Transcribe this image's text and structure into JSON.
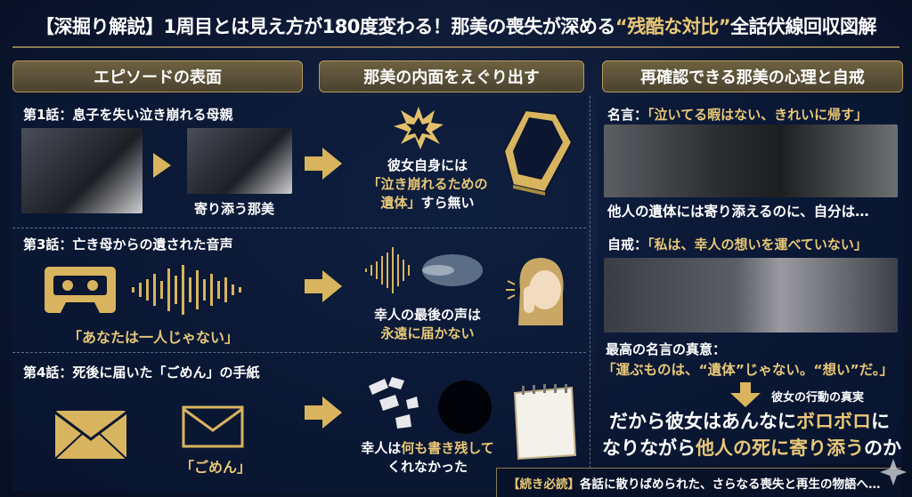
{
  "title": {
    "prefix": "【深掘り解説】1周目とは見え方が180度変わる！那美の喪失が深める",
    "highlight": "“残酷な対比”",
    "suffix": "全話伏線回収図解"
  },
  "headers": [
    "エピソードの表面",
    "那美の内面をえぐり出す",
    "再確認できる那美の心理と自戒"
  ],
  "episodes": [
    {
      "label": "第1話：息子を失い泣き崩れる母親",
      "caption": "寄り添う那美",
      "inner_line1": "彼女自身には",
      "inner_gold": "「泣き崩れるための",
      "inner_line3_gold": "遺体」",
      "inner_line3": "すら無い"
    },
    {
      "label": "第3話：亡き母からの遺された音声",
      "caption": "「あなたは一人じゃない」",
      "inner_line1": "幸人の最後の声は",
      "inner_gold": "永遠に届かない"
    },
    {
      "label": "第4話：死後に届いた「ごめん」の手紙",
      "caption": "「ごめん」",
      "inner_line1a": "幸人は",
      "inner_gold": "何も書き残して",
      "inner_line2": "くれなかった"
    }
  ],
  "right": {
    "quote1_prefix": "名言：",
    "quote1": "「泣いてる暇はない、きれいに帰す」",
    "quote1_caption": "他人の遺体には寄り添えるのに、自分は…",
    "quote2_prefix": "自戒：",
    "quote2": "「私は、幸人の想いを運べていない」",
    "best_label": "最高の名言の真意：",
    "best_quote": "「運ぶものは、“遺体”じゃない。“想い”だ。」",
    "arrow_label": "彼女の行動の真実",
    "conclusion": {
      "a": "だから彼女はあんなに",
      "b": "ボロボロ",
      "c": "に",
      "d": "なりながら",
      "e": "他人の死に寄り添う",
      "f": "のか"
    }
  },
  "footer": {
    "tag": "【続き必読】",
    "text": "各話に散りばめられた、さらなる喪失と再生の物語へ…"
  },
  "colors": {
    "gold": "#e8c777",
    "bg": "#0b1630"
  }
}
